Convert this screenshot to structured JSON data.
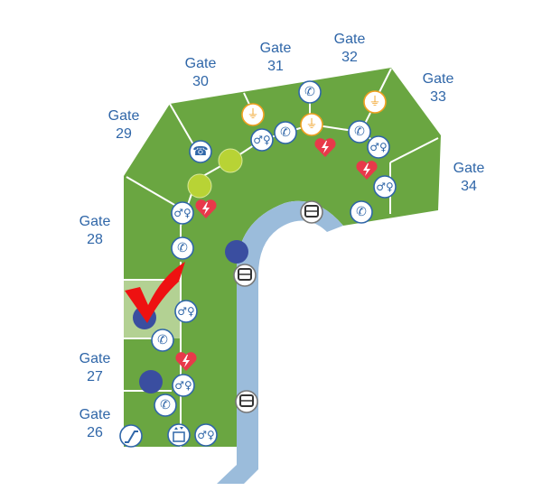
{
  "map": {
    "gates": [
      {
        "label": "Gate",
        "number": "26"
      },
      {
        "label": "Gate",
        "number": "27"
      },
      {
        "label": "Gate",
        "number": "28"
      },
      {
        "label": "Gate",
        "number": "29"
      },
      {
        "label": "Gate",
        "number": "30"
      },
      {
        "label": "Gate",
        "number": "31"
      },
      {
        "label": "Gate",
        "number": "32"
      },
      {
        "label": "Gate",
        "number": "33"
      },
      {
        "label": "Gate",
        "number": "34"
      }
    ],
    "glyphs": {
      "phone": "✆",
      "plug": "⏚",
      "restroom": "🚻",
      "aed": "⚡",
      "bus": "🚌",
      "elevator": "⇅",
      "escalator": "⟋",
      "tty": "☎"
    },
    "colors": {
      "terminal": "#6aa641",
      "highlight": "#b3d193",
      "road": "#9bbcdb",
      "gate_text": "#2f66a8",
      "icon_blue": "#2f66a8",
      "plug": "#f0a020",
      "aed": "#e8394a",
      "node_green": "#b8d335",
      "node_blue": "#3a4ea0",
      "check": "#ee1111"
    }
  }
}
